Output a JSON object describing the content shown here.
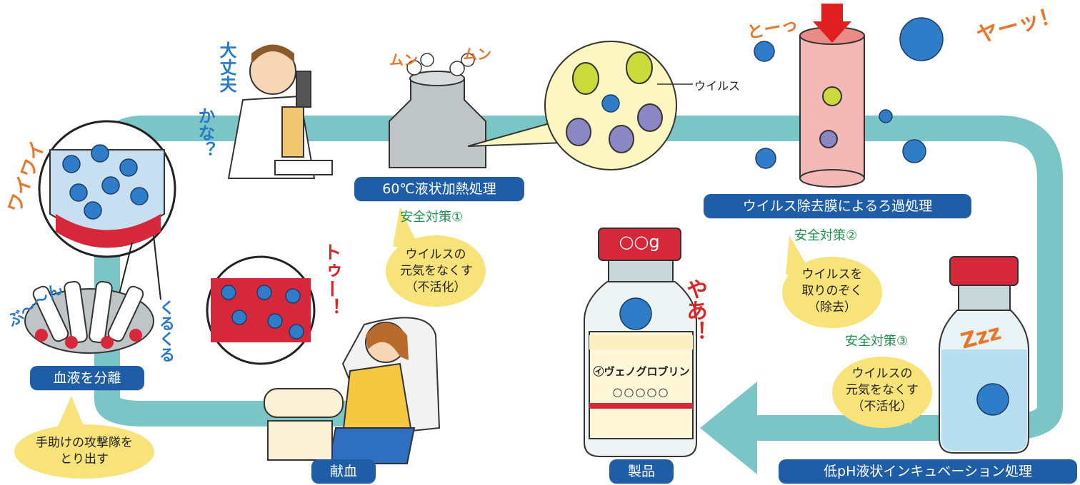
{
  "steps": {
    "separate": "血液を分離",
    "heat": "60℃液状加熱処理",
    "filter": "ウイルス除去膜によるろ過処理",
    "lowph": "低pH液状インキュベーション処理",
    "donate": "献血",
    "product": "製品"
  },
  "safety": {
    "s1": "安全対策①",
    "s2": "安全対策②",
    "s3": "安全対策③"
  },
  "bubbles": {
    "separate": [
      "手助けの攻撃隊を",
      "とり出す"
    ],
    "heat": [
      "ウイルスの",
      "元気をなくす",
      "（不活化）"
    ],
    "filter": [
      "ウイルスを",
      "取りのぞく",
      "（除去）"
    ],
    "lowph": [
      "ウイルスの",
      "元気をなくす",
      "（不活化）"
    ]
  },
  "callouts": {
    "virus": "ウイルス"
  },
  "sfx": {
    "waiwai": "ワイワイ",
    "bun": "ぶ〜〜ん",
    "kurukuru": "くるくる",
    "daijoubu1": "大丈夫",
    "daijoubu2": "かな？",
    "munmun1": "ムン",
    "munmun2": "ムン",
    "too": "とーっ",
    "yaa": "ヤーッ！",
    "tou": "トゥー！",
    "yaa2": "やあ！",
    "zzz": "Zzz"
  },
  "vial": {
    "cap": "○○g",
    "name": "㋑ヴェノグロブリン",
    "dots": "○○○○○"
  },
  "colors": {
    "label_bg": "#1f5da6",
    "band": "#7cc5c7",
    "bubble": "#f7e37a",
    "safety_text": "#1f8f4e"
  }
}
